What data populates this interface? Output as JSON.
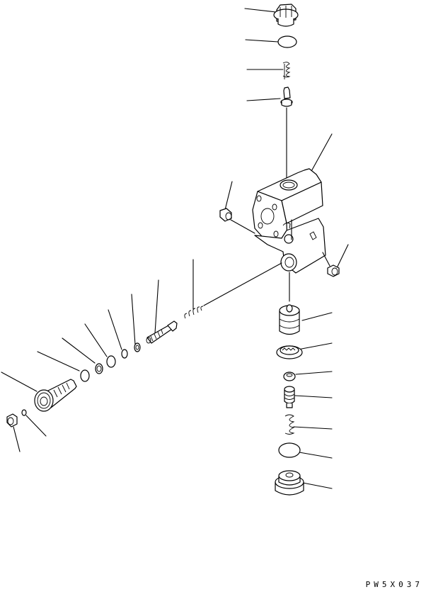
{
  "diagram": {
    "type": "exploded-parts-view",
    "subject": "valve assembly",
    "drawing_code": "PW5X037",
    "background": "#ffffff",
    "line_color": "#000000",
    "parts": {
      "upper_stack": [
        "plug",
        "o-ring",
        "spring",
        "pin"
      ],
      "center": [
        "valve-body",
        "plug-left",
        "plug-right"
      ],
      "lower_stack": [
        "piston",
        "bearing-ring",
        "seat",
        "valve-poppet",
        "spring",
        "o-ring",
        "plug"
      ],
      "left_stack": [
        "spring",
        "spool",
        "ring",
        "o-ring",
        "ring",
        "o-ring",
        "sleeve",
        "plug-small",
        "o-ring-small"
      ]
    }
  }
}
